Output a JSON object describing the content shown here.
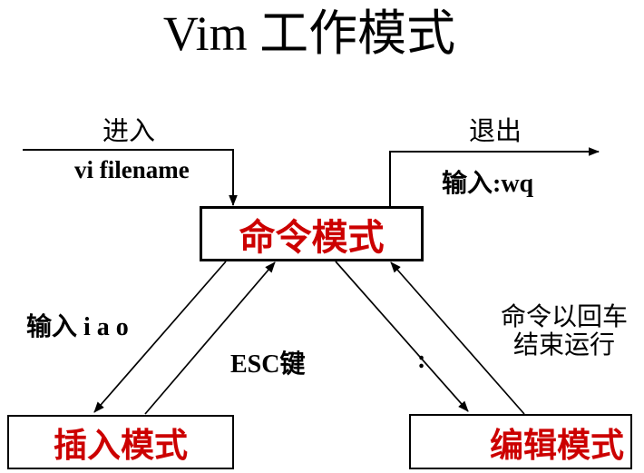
{
  "title": "Vim 工作模式",
  "colors": {
    "red": "#CC0000",
    "black": "#000000",
    "background": "#FFFFFF"
  },
  "nodes": {
    "command": "命令模式",
    "insert": "插入模式",
    "edit": "编辑模式"
  },
  "edges": {
    "enter": {
      "label": "进入",
      "sublabel": "vi filename"
    },
    "exit": {
      "label": "退出",
      "sublabel": "输入:wq"
    },
    "insert_enter": {
      "label": "输入 i a o"
    },
    "insert_exit": {
      "label": "ESC键"
    },
    "edit_enter": {
      "label": ":"
    },
    "edit_exit": {
      "line1": "命令以回车",
      "line2": "结束运行"
    }
  }
}
